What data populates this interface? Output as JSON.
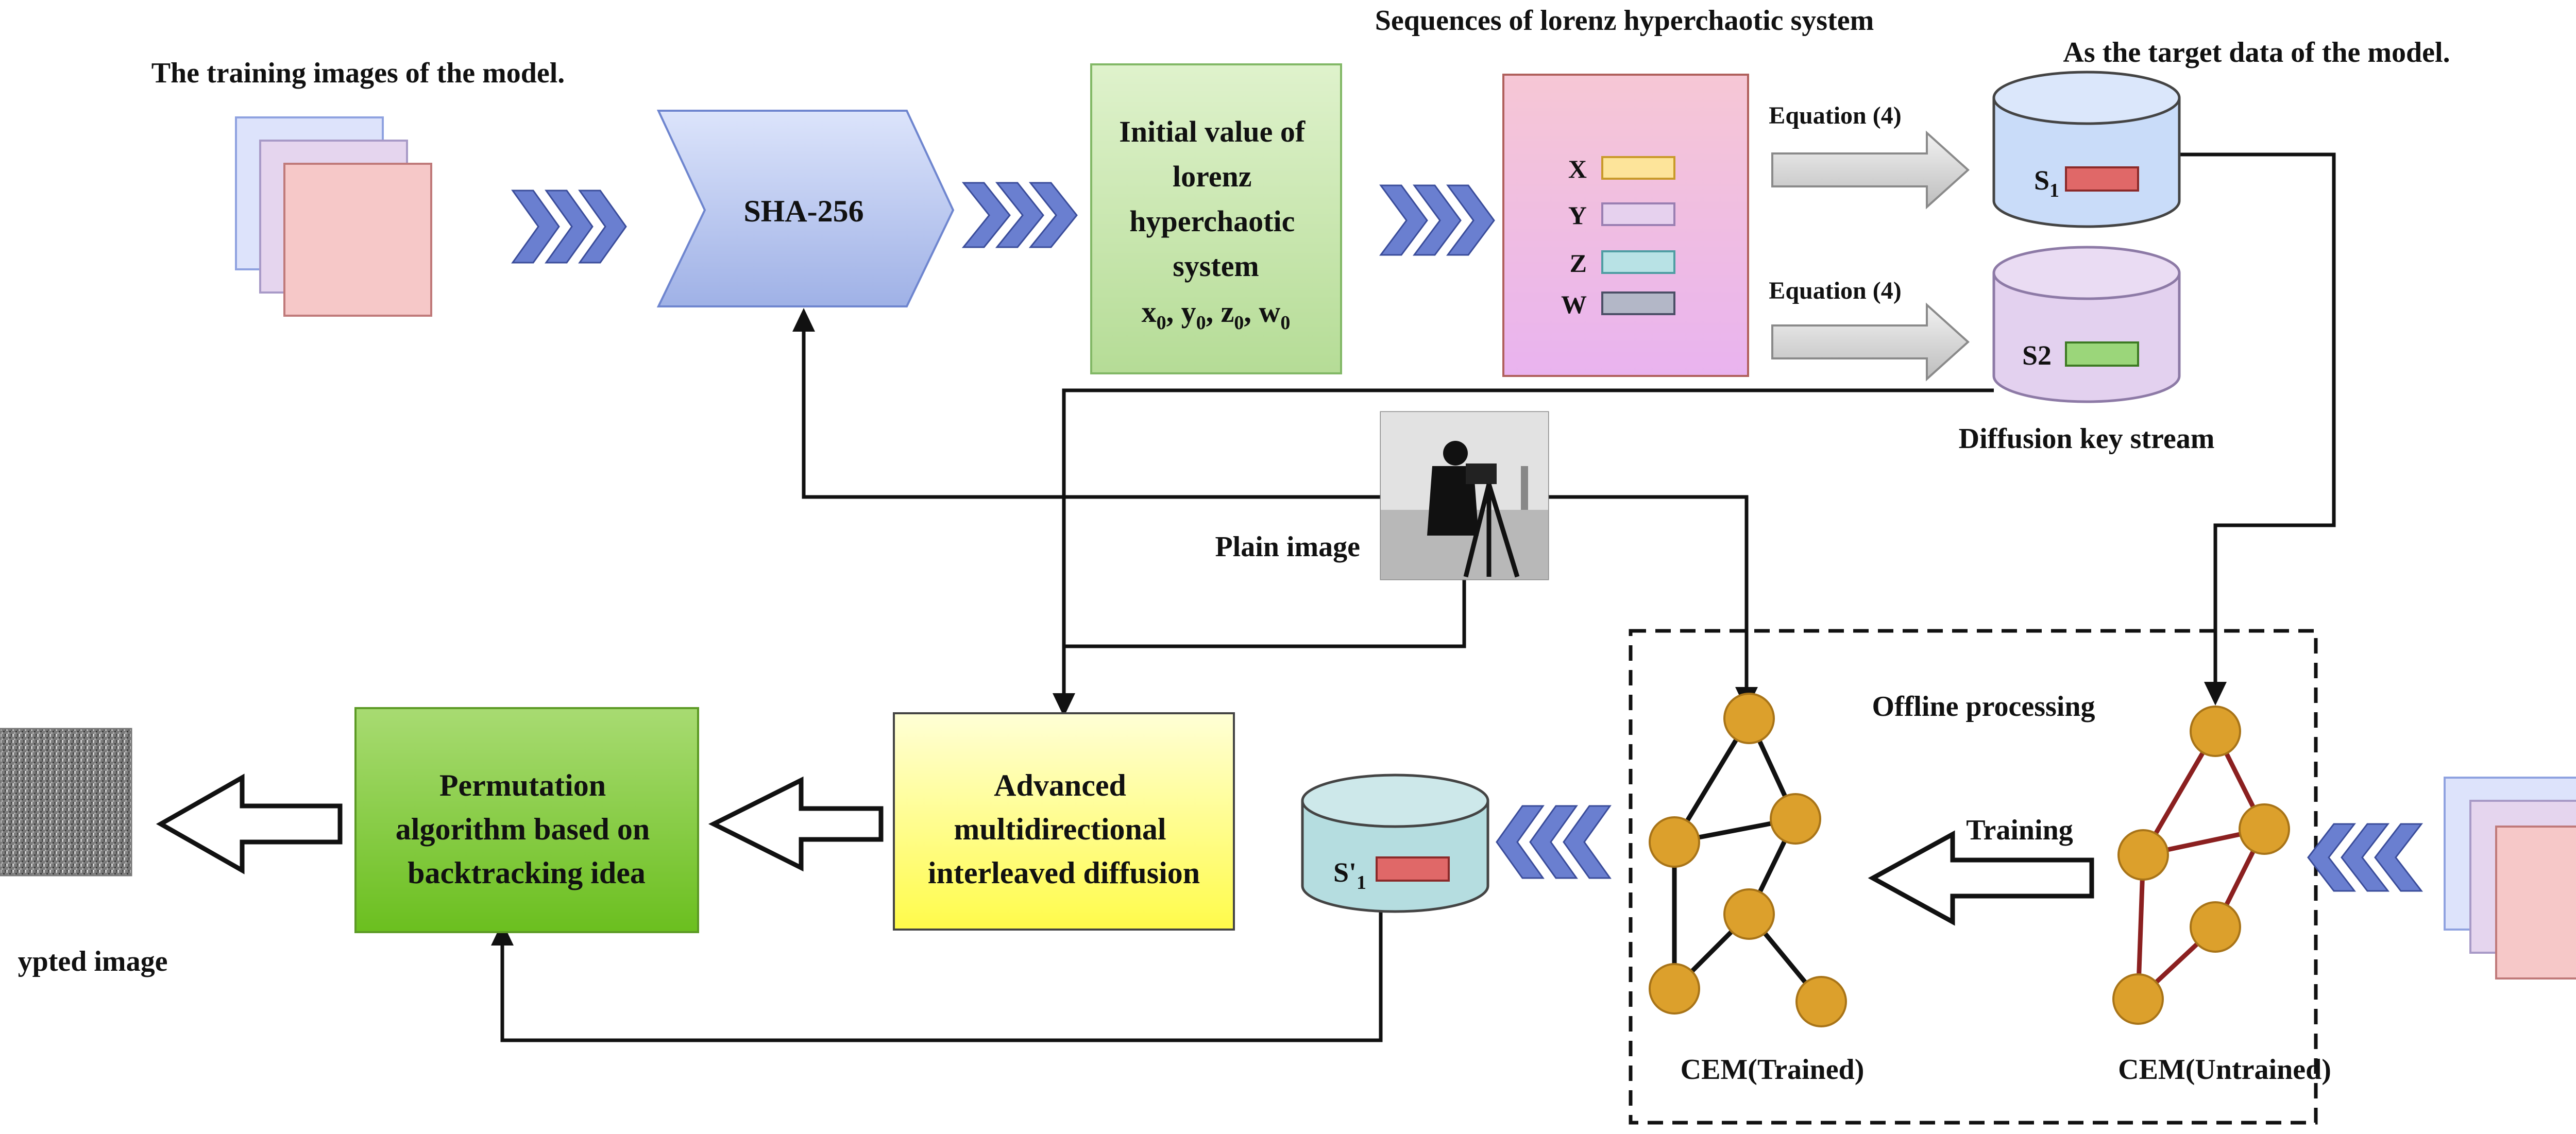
{
  "labels": {
    "training_images": "The training images of the model.",
    "sequences_title": "Sequences of lorenz hyperchaotic system",
    "target_data": "As the target data of the model.",
    "sha256": "SHA-256",
    "initial_value_lines": [
      "Initial value of",
      "lorenz",
      "hyperchaotic",
      "system"
    ],
    "initial_vars": {
      "x": "x",
      "y": "y",
      "z": "z",
      "w": "w",
      "sub": "0",
      "sep": ", "
    },
    "seq_x": "X",
    "seq_y": "Y",
    "seq_z": "Z",
    "seq_w": "W",
    "equation_1": "Equation (4)",
    "equation_2": "Equation (4)",
    "s1_main": "S",
    "s1_sub": "1",
    "s2": "S2",
    "diffusion_key_stream": "Diffusion key stream",
    "plain_image": "Plain image",
    "offline_processing": "Offline processing",
    "training": "Training",
    "cem_trained": "CEM(Trained)",
    "cem_untrained": "CEM(Untrained)",
    "s1_prime_main": "S'",
    "s1_prime_sub": "1",
    "advanced_lines": [
      "Advanced",
      "multidirectional",
      "interleaved diffusion"
    ],
    "permutation_lines": [
      "Permutation",
      "algorithm based on",
      "backtracking idea"
    ],
    "encrypted_image": "ypted image"
  },
  "colors": {
    "training_front": "#f6c8c8",
    "training_mid": "#e5d5ee",
    "training_back": "#dde3fb",
    "sha_fill": "#a9b9ea",
    "initial_fill": "#cfe9b9",
    "seq_fill": "#f2b2d6",
    "cyl_s1": "#c9dcf9",
    "cyl_s2": "#e3d1ef",
    "cyl_s1_prime": "#b5dde0",
    "advanced_fill": "#fffb5c",
    "perm_fill": "#86cc3c",
    "node": "#dca02c",
    "untrained_edge": "#8b2020",
    "chevron": "#6a7fd0",
    "bar_x": "#fde49a",
    "bar_y": "#e6d1ee",
    "bar_z": "#b8e2e5",
    "bar_w": "#b3b7c7",
    "bar_red": "#e06868",
    "bar_green": "#9bd67a"
  }
}
